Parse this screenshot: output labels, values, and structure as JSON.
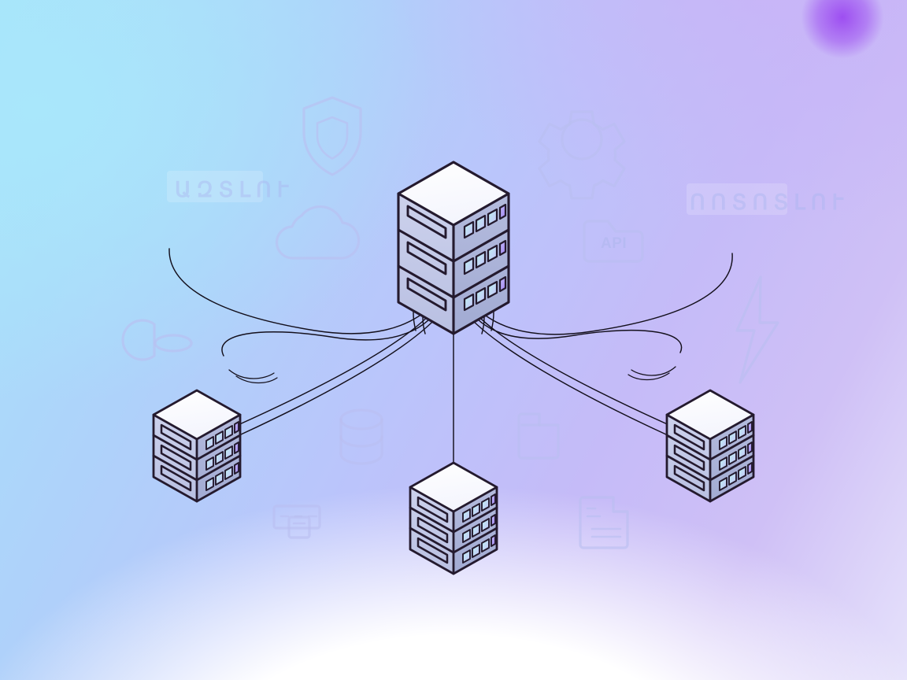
{
  "scene": {
    "title": "Distributed Server Network",
    "description": "Isometric illustration of one central server hub connected by flowing lines to three satellite server nodes, over a cyan-to-purple gradient backdrop with faint technology glyphs.",
    "background": {
      "gradient_from": "#a7e4fa",
      "gradient_mid": "#bbc4fb",
      "gradient_to": "#e6e2fb",
      "base": "#ffffff",
      "accent_blob": "#963cf0"
    },
    "palette": {
      "server_outline": "#241a2e",
      "server_top": "#fdfdff",
      "server_left_face": "#c3c9e8",
      "server_right_face": "#aab2d8",
      "connector_line": "#14101c",
      "ghost_icon": "#b9bff0",
      "led_cyan": "#b9f0ef",
      "led_lavender": "#c9c4fb",
      "led_violet": "#a78cf2"
    }
  },
  "servers": [
    {
      "id": "hub",
      "label": "central-server-hub",
      "tiers": 3,
      "leds_per_tier": 4
    },
    {
      "id": "node-left",
      "label": "server-node-left",
      "tiers": 3,
      "leds_per_tier": 4
    },
    {
      "id": "node-bottom",
      "label": "server-node-bottom",
      "tiers": 3,
      "leds_per_tier": 4
    },
    {
      "id": "node-right",
      "label": "server-node-right",
      "tiers": 3,
      "leds_per_tier": 4
    }
  ],
  "ghost_icons": [
    {
      "name": "shield-icon",
      "label": "Security shield"
    },
    {
      "name": "gear-icon",
      "label": "Settings gear"
    },
    {
      "name": "cloud-icon",
      "label": "Cloud"
    },
    {
      "name": "api-folder-icon",
      "label": "API",
      "text": "API"
    },
    {
      "name": "pie-chart-icon",
      "label": "Analytics pie chart"
    },
    {
      "name": "lightning-bolt-icon",
      "label": "Performance bolt"
    },
    {
      "name": "database-icon",
      "label": "Database cylinder"
    },
    {
      "name": "folder-icon",
      "label": "Folder"
    },
    {
      "name": "document-icon",
      "label": "Documents"
    },
    {
      "name": "window-rack-icon",
      "label": "Server rack window"
    }
  ],
  "faded_labels": [
    {
      "name": "faded-label-left",
      "text": "ԱԶՏԼՈՒ"
    },
    {
      "name": "faded-label-right",
      "text": "ՈՈՏՈՏԼՈՒ"
    }
  ]
}
